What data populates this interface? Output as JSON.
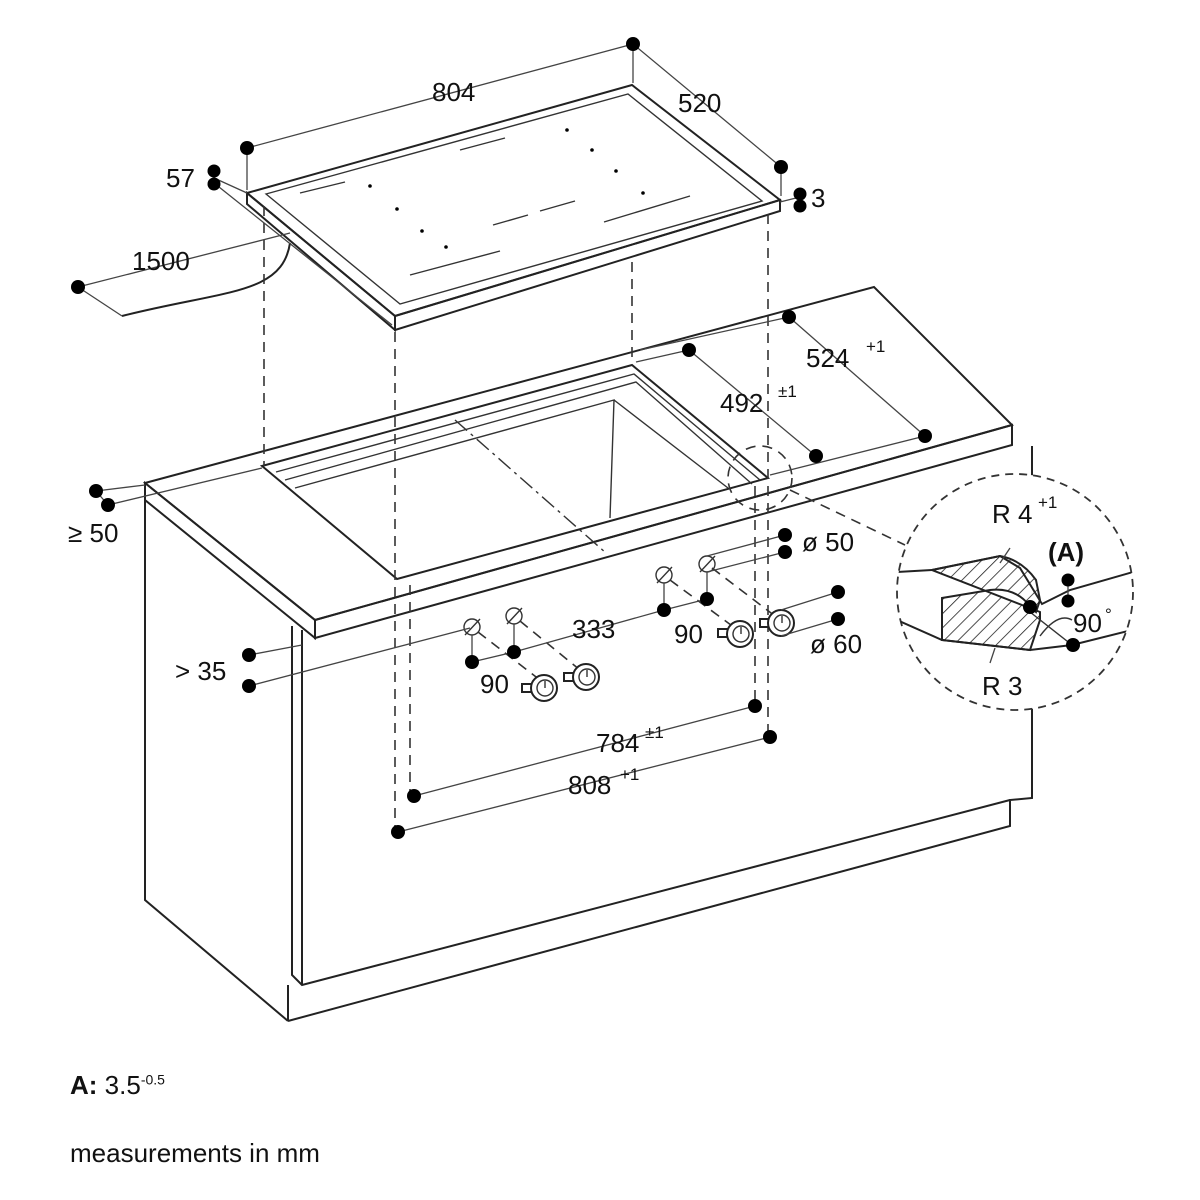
{
  "dimensions": {
    "width": "804",
    "depth": "520",
    "height": "57",
    "rim": "3",
    "cable_length": "1500",
    "cutout_depth_outer": "524",
    "cutout_depth_outer_tol": "+1",
    "cutout_depth_inner": "492",
    "cutout_depth_inner_tol": "±1",
    "min_front_distance": "≥ 50",
    "min_front_gap": "> 35",
    "knob_spacing": "333",
    "knob_angle_left": "90",
    "knob_angle_right": "90",
    "hole_small": "ø 50",
    "hole_large": "ø 60",
    "cutout_width_inner": "784",
    "cutout_width_inner_tol": "±1",
    "cutout_width_outer": "808",
    "cutout_width_outer_tol": "+1"
  },
  "detail": {
    "radius_top": "R 4",
    "radius_top_tol": "+1",
    "radius_bottom": "R 3",
    "marker": "(A)",
    "angle": "90",
    "angle_unit": "°"
  },
  "notes": {
    "a_label": "A:",
    "a_value": "3.5",
    "a_tol": "-0.5",
    "units": "measurements in mm"
  }
}
